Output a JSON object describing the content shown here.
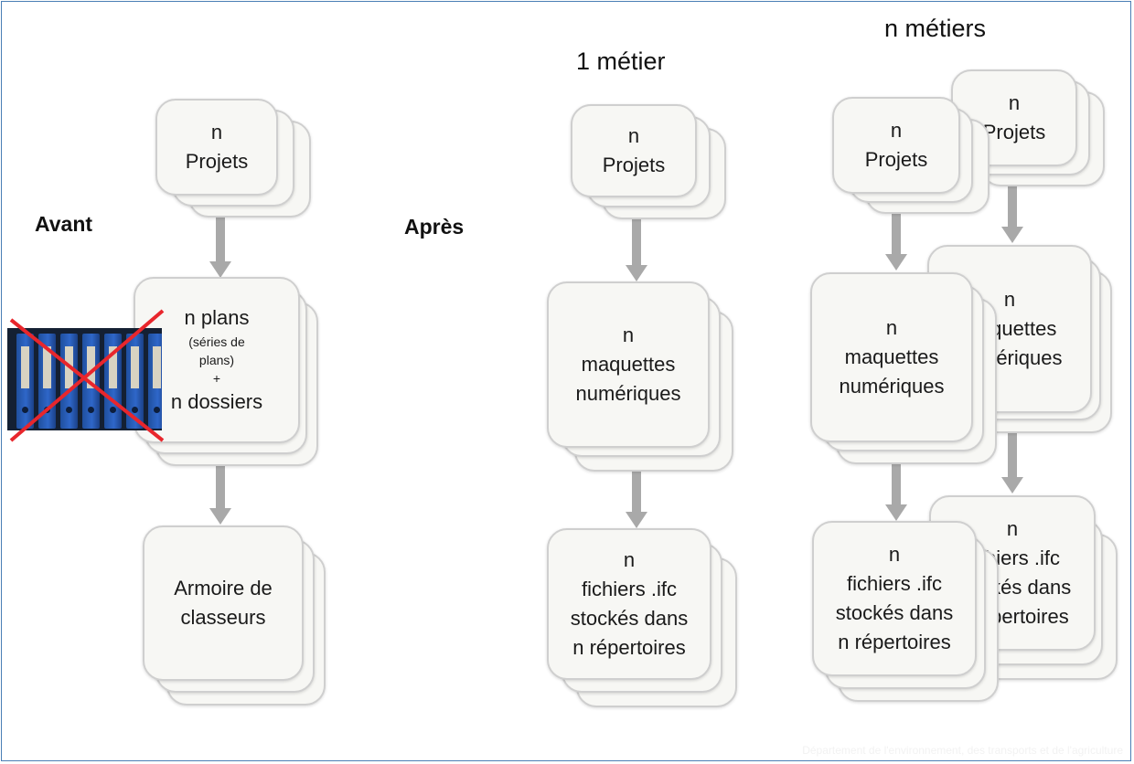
{
  "labels": {
    "avant": "Avant",
    "apres": "Après",
    "un_metier": "1 métier",
    "n_metiers": "n métiers"
  },
  "avant": {
    "projets": {
      "line1": "n",
      "line2": "Projets"
    },
    "plans": {
      "line1": "n plans",
      "line2": "(séries de",
      "line3": "plans)",
      "line4": "+",
      "line5": "n dossiers"
    },
    "armoire": {
      "line1": "Armoire de",
      "line2": "classeurs"
    }
  },
  "apres_1": {
    "projets": {
      "line1": "n",
      "line2": "Projets"
    },
    "maquettes": {
      "line1": "n",
      "line2": "maquettes",
      "line3": "numériques"
    },
    "fichiers": {
      "line1": "n",
      "line2": "fichiers .ifc",
      "line3": "stockés dans",
      "line4": "n répertoires"
    }
  },
  "apres_n_back": {
    "projets": {
      "line1": "n",
      "line2": "Projets"
    },
    "maquettes": {
      "line1": "n",
      "line2": "maquettes",
      "line3": "numériques"
    },
    "fichiers": {
      "line1": "n",
      "line2": "fichiers .ifc",
      "line3": "stockés dans",
      "line4": "n répertoires"
    }
  },
  "apres_n_front": {
    "projets": {
      "line1": "n",
      "line2": "Projets"
    },
    "maquettes": {
      "line1": "n",
      "line2": "maquettes",
      "line3": "numériques"
    },
    "fichiers": {
      "line1": "n",
      "line2": "fichiers .ifc",
      "line3": "stockés dans",
      "line4": "n répertoires"
    }
  },
  "footer": "Département de l'environnement, des transports et de l'agriculture",
  "colors": {
    "frame": "#4a7eb5",
    "arrow": "#a9a9a9",
    "card_fill": "#f7f7f4",
    "card_border": "#cfcfcf",
    "cross": "#e8262c",
    "binder_blue": "#2f67c9"
  },
  "icons": {
    "binders_photo": "binders-photo",
    "cross_out": "red-cross-icon"
  }
}
